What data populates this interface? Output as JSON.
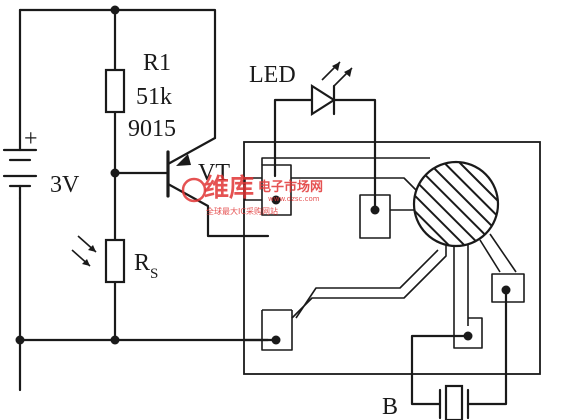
{
  "labels": {
    "resistor_r1_name": "R1",
    "resistor_r1_value": "51k",
    "transistor_model": "9015",
    "transistor_name": "VT",
    "battery_voltage": "3V",
    "battery_plus": "+",
    "led": "LED",
    "photoresistor_letter": "R",
    "photoresistor_subscript": "S",
    "buzzer": "B"
  },
  "watermark": {
    "logo_chars": "维库",
    "site_name": "电子市场网",
    "slogan": "全球最大IC采购网站",
    "url": "www.dzsc.com"
  },
  "colors": {
    "ink": "#1a1a1a",
    "watermark": "#e03434"
  }
}
